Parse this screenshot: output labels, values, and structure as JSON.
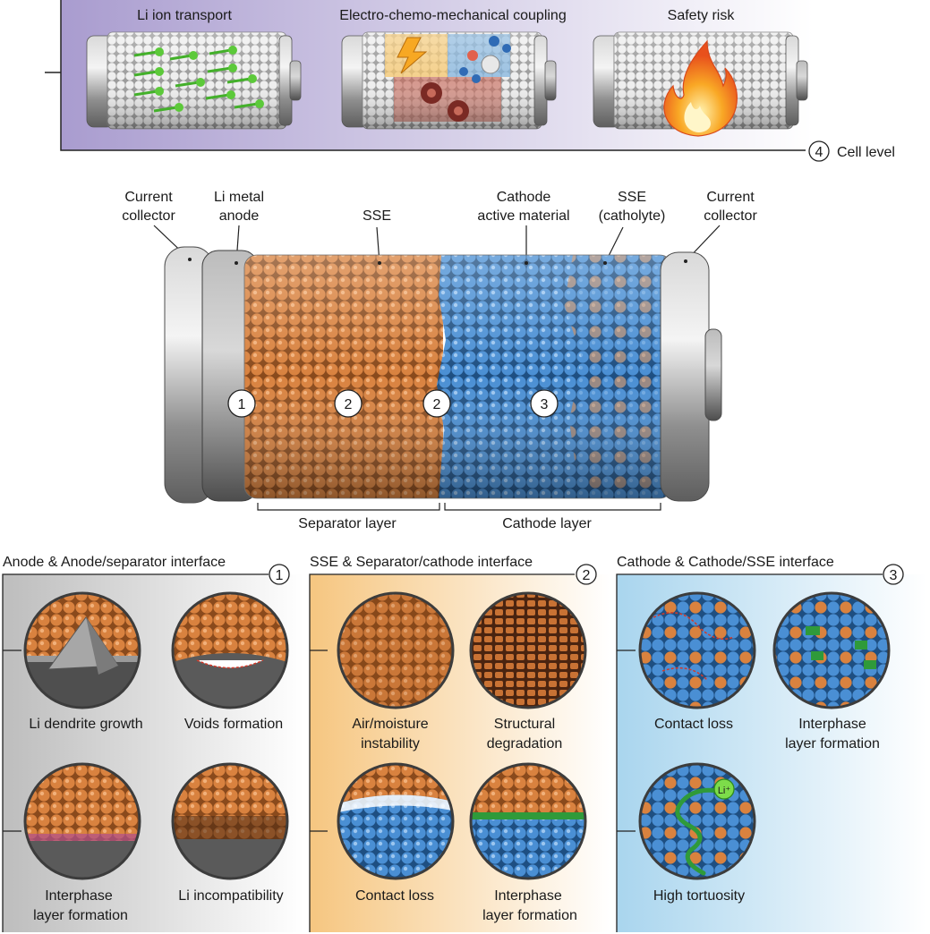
{
  "top_panel": {
    "transport": "Li ion transport",
    "coupling": "Electro-chemo-mechanical coupling",
    "safety": "Safety risk",
    "level_number": "4",
    "level_label": "Cell level"
  },
  "cell": {
    "labels": {
      "cc_left_1": "Current",
      "cc_left_2": "collector",
      "anode_1": "Li metal",
      "anode_2": "anode",
      "sse": "SSE",
      "cam_1": "Cathode",
      "cam_2": "active material",
      "catholyte_1": "SSE",
      "catholyte_2": "(catholyte)",
      "cc_right_1": "Current",
      "cc_right_2": "collector"
    },
    "markers": [
      "1",
      "2",
      "2",
      "3"
    ],
    "separator_layer": "Separator layer",
    "cathode_layer": "Cathode layer"
  },
  "panels": [
    {
      "title": "Anode & Anode/separator interface",
      "number": "1",
      "items": [
        {
          "lines": [
            "Li dendrite growth"
          ]
        },
        {
          "lines": [
            "Voids formation"
          ]
        },
        {
          "lines": [
            "Interphase",
            "layer formation"
          ]
        },
        {
          "lines": [
            "Li incompatibility"
          ]
        }
      ]
    },
    {
      "title": "SSE & Separator/cathode interface",
      "number": "2",
      "items": [
        {
          "lines": [
            "Air/moisture",
            "instability"
          ]
        },
        {
          "lines": [
            "Structural",
            "degradation"
          ]
        },
        {
          "lines": [
            "Contact loss"
          ]
        },
        {
          "lines": [
            "Interphase",
            "layer formation"
          ]
        }
      ]
    },
    {
      "title": "Cathode & Cathode/SSE interface",
      "number": "3",
      "items": [
        {
          "lines": [
            "Contact loss"
          ]
        },
        {
          "lines": [
            "Interphase",
            "layer formation"
          ]
        },
        {
          "lines": [
            "High tortuosity"
          ]
        }
      ]
    }
  ],
  "li_badge": "Li⁺",
  "colors": {
    "sse_orange": "#d9823f",
    "cathode_blue": "#4a8fd4",
    "metal_grey": "#a9abad",
    "li_green": "#5cc93a"
  }
}
